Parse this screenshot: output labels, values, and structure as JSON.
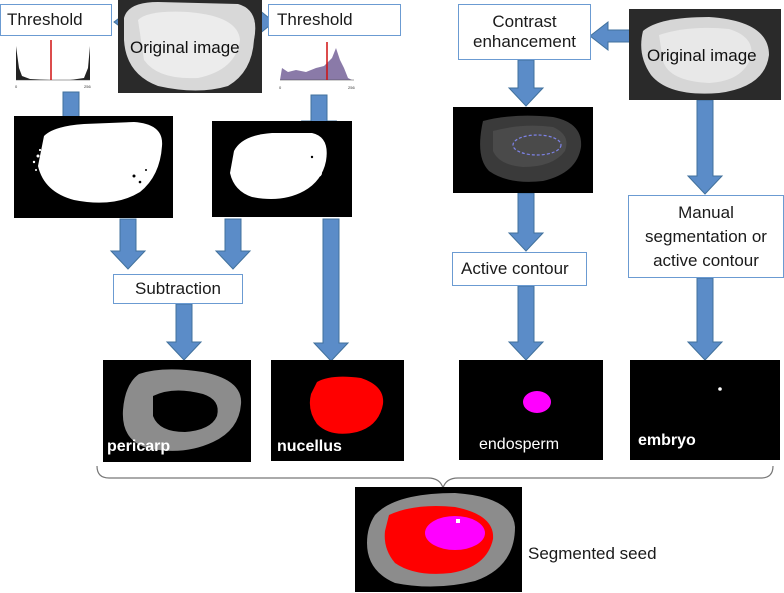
{
  "boxes": {
    "threshold_left": "Threshold",
    "threshold_right": "Threshold",
    "contrast_enhancement": "Contrast enhancement",
    "subtraction": "Subtraction",
    "active_contour": "Active contour",
    "manual_segmentation": "Manual segmentation or active contour"
  },
  "original_image_labels": [
    "Original image",
    "Original image"
  ],
  "histogram_ticks": {
    "min": "0",
    "max": "256"
  },
  "outputs": {
    "pericarp": "pericarp",
    "nucellus": "nucellus",
    "endosperm": "endosperm",
    "embryo": "embryo"
  },
  "segmented_seed_label": "Segmented seed",
  "colors": {
    "arrow": "#5b8cc8",
    "box_border": "#6b9bd2",
    "pericarp": "#8c8c8c",
    "nucellus": "#ff0000",
    "endosperm": "#ff00ff",
    "embryo": "#ffffff",
    "threshold_line": "#d01010"
  }
}
